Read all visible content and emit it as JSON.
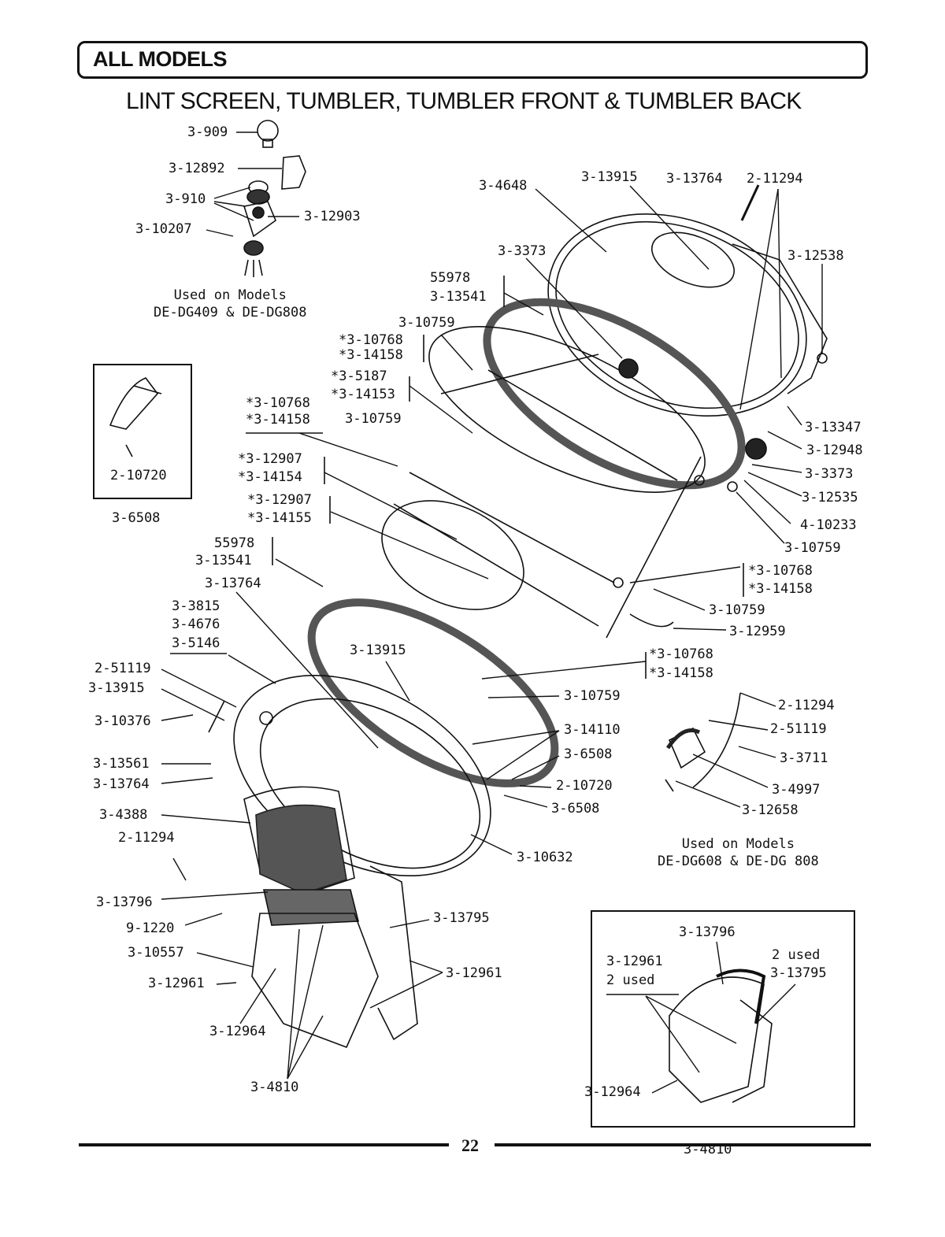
{
  "header": {
    "title": "ALL MODELS"
  },
  "subtitle": "LINT SCREEN, TUMBLER, TUMBLER FRONT & TUMBLER BACK",
  "labels": {
    "l3_909": "3-909",
    "l3_12892": "3-12892",
    "l3_910": "3-910",
    "l3_12903": "3-12903",
    "l3_10207": "3-10207",
    "l3_4648": "3-4648",
    "l3_13915_top": "3-13915",
    "l3_13764_top": "3-13764",
    "l2_11294_top": "2-11294",
    "l3_3373_top": "3-3373",
    "l3_12538": "3-12538",
    "l55978_top": "55978",
    "l3_13541_top": "3-13541",
    "l3_10759_a": "3-10759",
    "l3_10768_a": "*3-10768",
    "l3_14158_a": "*3-14158",
    "l3_5187": "*3-5187",
    "l3_14153": "*3-14153",
    "l3_10768_b": "*3-10768",
    "l3_14158_b": "*3-14158",
    "l3_10759_b": "3-10759",
    "l3_12907_a": "*3-12907",
    "l3_14154": "*3-14154",
    "l3_12907_b": "*3-12907",
    "l3_14155": "*3-14155",
    "l55978_mid": "55978",
    "l3_13541_mid": "3-13541",
    "l3_13764_mid": "3-13764",
    "l3_3815": "3-3815",
    "l3_4676": "3-4676",
    "l3_5146": "3-5146",
    "l2_51119_left": "2-51119",
    "l3_13915_left": "3-13915",
    "l3_10376": "3-10376",
    "l3_13561": "3-13561",
    "l3_13764_left": "3-13764",
    "l3_4388": "3-4388",
    "l2_11294_left": "2-11294",
    "l3_13796": "3-13796",
    "l9_1220": "9-1220",
    "l3_10557": "3-10557",
    "l3_12961_left": "3-12961",
    "l3_12964": "3-12964",
    "l3_4810": "3-4810",
    "l3_13915_mid": "3-13915",
    "l3_13347": "3-13347",
    "l3_12948": "3-12948",
    "l3_3373_right": "3-3373",
    "l3_12535": "3-12535",
    "l4_10233": "4-10233",
    "l3_10759_c": "3-10759",
    "l3_10768_c": "*3-10768",
    "l3_14158_c": "*3-14158",
    "l3_10759_d": "3-10759",
    "l3_12959": "3-12959",
    "l3_10768_d": "*3-10768",
    "l3_14158_d": "*3-14158",
    "l3_10759_e": "3-10759",
    "l3_14110": "3-14110",
    "l3_6508_a": "3-6508",
    "l2_10720_a": "2-10720",
    "l3_6508_b": "3-6508",
    "l3_10632": "3-10632",
    "l3_13795": "3-13795",
    "l3_12961_mid": "3-12961",
    "l2_11294_right": "2-11294",
    "l2_51119_right": "2-51119",
    "l3_3711": "3-3711",
    "l3_4997": "3-4997",
    "l3_12658": "3-12658"
  },
  "notes": {
    "models_top": "Used on Models\nDE-DG409 & DE-DG808",
    "models_right": "Used on Models\nDE-DG608 & DE-DG 808"
  },
  "inset_left": {
    "part": "2-10720",
    "caption": "3-6508"
  },
  "inset_right": {
    "l3_13796": "3-13796",
    "l3_12961": "3-12961",
    "used_a": "2 used",
    "used_b": "2 used",
    "l3_13795": "3-13795",
    "l3_12964": "3-12964",
    "caption": "3-4810"
  },
  "page_number": "22"
}
